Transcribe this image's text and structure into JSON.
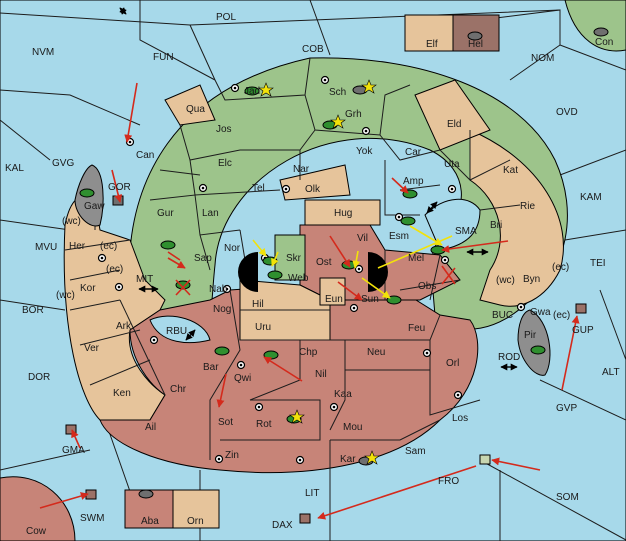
{
  "colors": {
    "sea": "#a7d9ea",
    "land_green": "#9dc48b",
    "land_tan": "#e6c49b",
    "land_rose": "#c78478",
    "land_grey": "#8e8e8e",
    "land_brown": "#9b7268",
    "arrow_red": "#d42a1c",
    "arrow_yellow": "#f2e20a",
    "unit_green": "#2f8f2f",
    "unit_grey": "#6f6f6f",
    "unit_brown": "#7a3b34"
  },
  "labels": {
    "POL": "POL",
    "COB": "COB",
    "NVM": "NVM",
    "FUN": "FUN",
    "NOM": "NOM",
    "OVD": "OVD",
    "KAL": "KAL",
    "GVG": "GVG",
    "KAM": "KAM",
    "TEI": "TEI",
    "MVU": "MVU",
    "BOR": "BOR",
    "DOR": "DOR",
    "ALT": "ALT",
    "GVP": "GVP",
    "SOM": "SOM",
    "LIT": "LIT",
    "FRO": "FRO",
    "DAX": "DAX",
    "SWM": "SWM",
    "GMA": "GMA",
    "MIT": "MIT",
    "RBU": "RBU",
    "SMA": "SMA",
    "BUC": "BUC",
    "ROD": "ROD",
    "GUP": "GUP",
    "GOR": "GOR",
    "Elf": "Elf",
    "Hel": "Hel",
    "Con": "Con",
    "Jad": "Jad",
    "Sch": "Sch",
    "Qua": "Qua",
    "Jos": "Jos",
    "Grh": "Grh",
    "Eld": "Eld",
    "Can": "Can",
    "Yok": "Yok",
    "Car": "Car",
    "Elc": "Elc",
    "Nar": "Nar",
    "Uta": "Uta",
    "Kat": "Kat",
    "Tel": "Tel",
    "Olk": "Olk",
    "Amp": "Amp",
    "Gur": "Gur",
    "Lan": "Lan",
    "Hug": "Hug",
    "Rie": "Rie",
    "Gaw": "Gaw",
    "Bri": "Bri",
    "Esm": "Esm",
    "Vil": "Vil",
    "Nor": "Nor",
    "Skr": "Skr",
    "Sap": "Sap",
    "Ost": "Ost",
    "Mel": "Mel",
    "Her": "Her",
    "Web": "Web",
    "Byn": "Byn",
    "Kor": "Kor",
    "Nab": "Nab",
    "Obs": "Obs",
    "Eun": "Eun",
    "Sun": "Sun",
    "Gwa": "Gwa",
    "Hil": "Hil",
    "Nog": "Nog",
    "Ark": "Ark",
    "Uru": "Uru",
    "Feu": "Feu",
    "Pir": "Pir",
    "Ver": "Ver",
    "Chp": "Chp",
    "Neu": "Neu",
    "Bar": "Bar",
    "Orl": "Orl",
    "Qwi": "Qwi",
    "Nil": "Nil",
    "Ken": "Ken",
    "Chr": "Chr",
    "Kaa": "Kaa",
    "Ail": "Ail",
    "Sot": "Sot",
    "Rot": "Rot",
    "Mou": "Mou",
    "Los": "Los",
    "Zin": "Zin",
    "Sam": "Sam",
    "Kar": "Kar",
    "Cow": "Cow",
    "Aba": "Aba",
    "Orn": "Orn",
    "wc": "(wc)",
    "ec": "(ec)"
  }
}
